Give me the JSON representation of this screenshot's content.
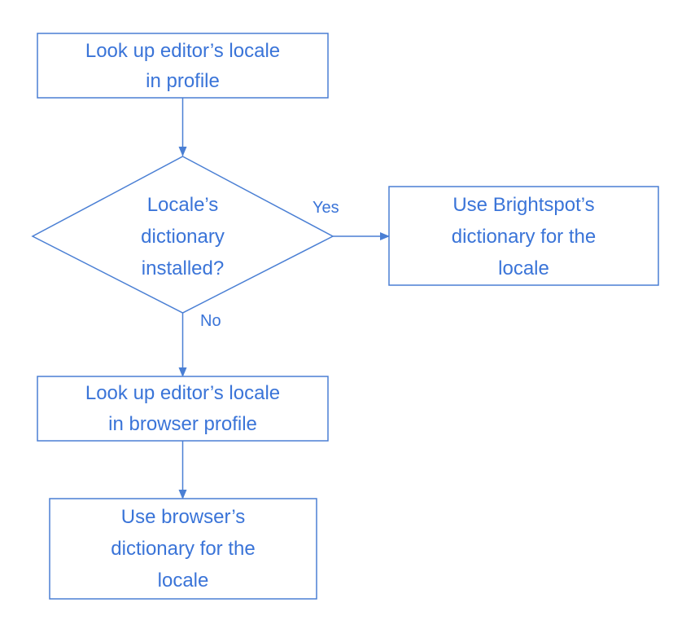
{
  "colors": {
    "stroke": "#4a7fd4",
    "text": "#3a74d8",
    "background": "#ffffff"
  },
  "nodes": {
    "lookup_profile": {
      "lines": [
        "Look up editor’s locale",
        "in profile"
      ]
    },
    "decision": {
      "lines": [
        "Locale’s",
        "dictionary",
        "installed?"
      ]
    },
    "use_brightspot": {
      "lines": [
        "Use Brightspot’s",
        "dictionary for the",
        "locale"
      ]
    },
    "lookup_browser": {
      "lines": [
        "Look up editor’s locale",
        "in browser profile"
      ]
    },
    "use_browser": {
      "lines": [
        "Use browser’s",
        "dictionary for the",
        "locale"
      ]
    }
  },
  "edges": {
    "yes_label": "Yes",
    "no_label": "No"
  }
}
